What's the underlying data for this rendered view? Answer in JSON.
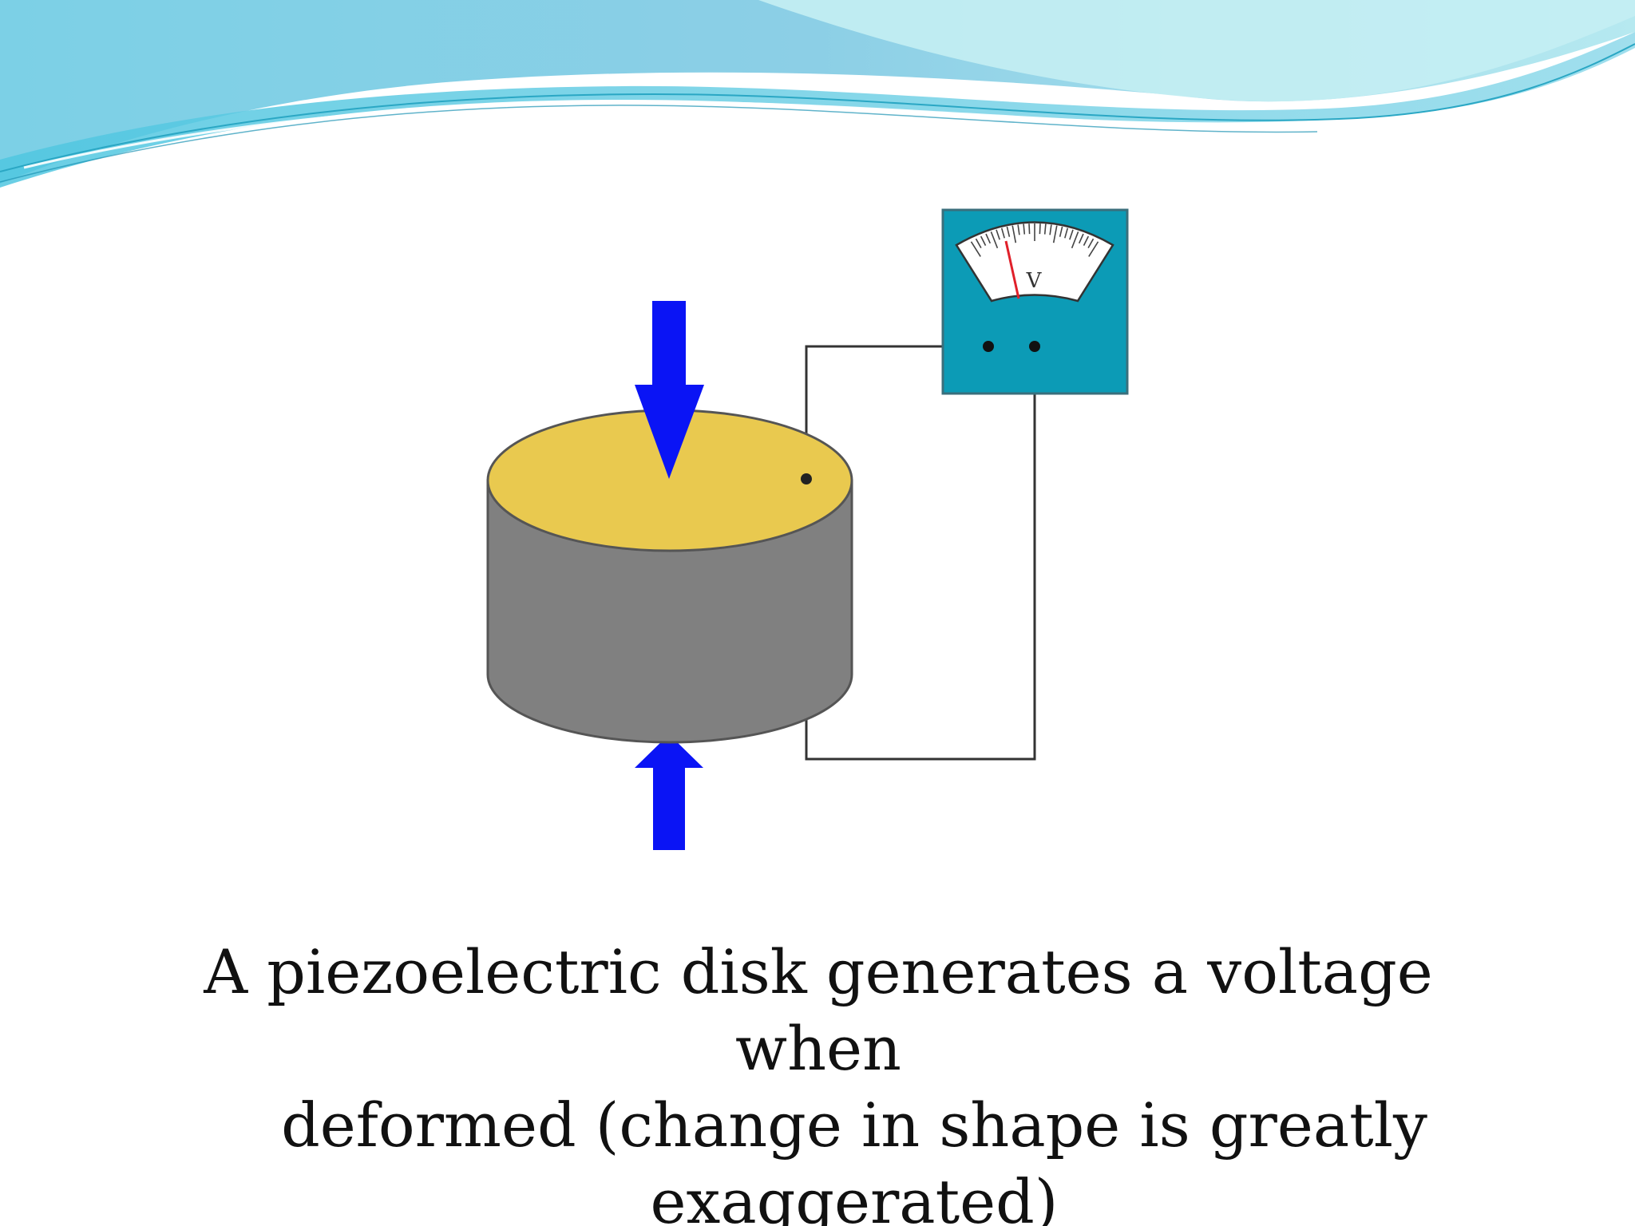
{
  "slide": {
    "caption_lines": [
      "A piezoelectric disk generates a voltage when",
      "deformed (change in shape is greatly",
      "exaggerated)"
    ]
  },
  "diagram": {
    "voltmeter": {
      "scale_label": "V"
    },
    "colors": {
      "arrow": "#0a14f5",
      "disk_top": "#e9c94f",
      "disk_side": "#808080",
      "meter_body": "#0c9bb6",
      "needle": "#e0202a",
      "wire": "#333333",
      "header_wave_light": "#aee3ee",
      "header_wave_dark": "#5ec3dc"
    },
    "icons": [
      "down-arrow-icon",
      "up-arrow-icon",
      "voltmeter-icon"
    ]
  }
}
